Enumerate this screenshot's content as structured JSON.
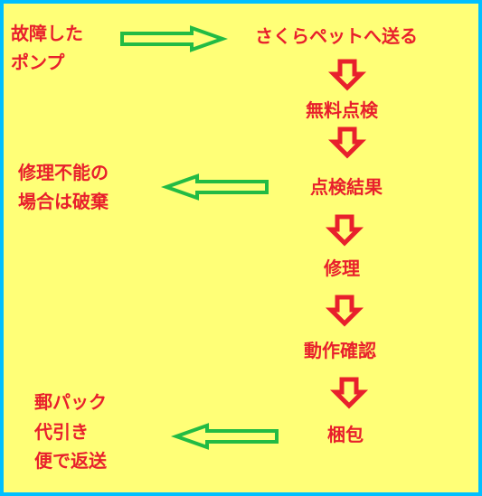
{
  "colors": {
    "background": "#ffff77",
    "border": "#00bfff",
    "text": "#e8202c",
    "down_arrow": "#e8202c",
    "side_arrow": "#22bb44"
  },
  "left_notes": {
    "broken_pump": [
      "故障した",
      "ポンプ"
    ],
    "unrepairable": [
      "修理不能の",
      "場合は破棄"
    ],
    "return": [
      "郵パック",
      "代引き",
      "便で返送"
    ]
  },
  "steps": [
    "さくらペットへ送る",
    "無料点検",
    "点検結果",
    "修理",
    "動作確認",
    "梱包"
  ],
  "icons": {
    "down_arrow": "red-down-arrow-icon",
    "right_arrow": "green-right-arrow-icon",
    "left_arrow": "green-left-arrow-icon"
  }
}
